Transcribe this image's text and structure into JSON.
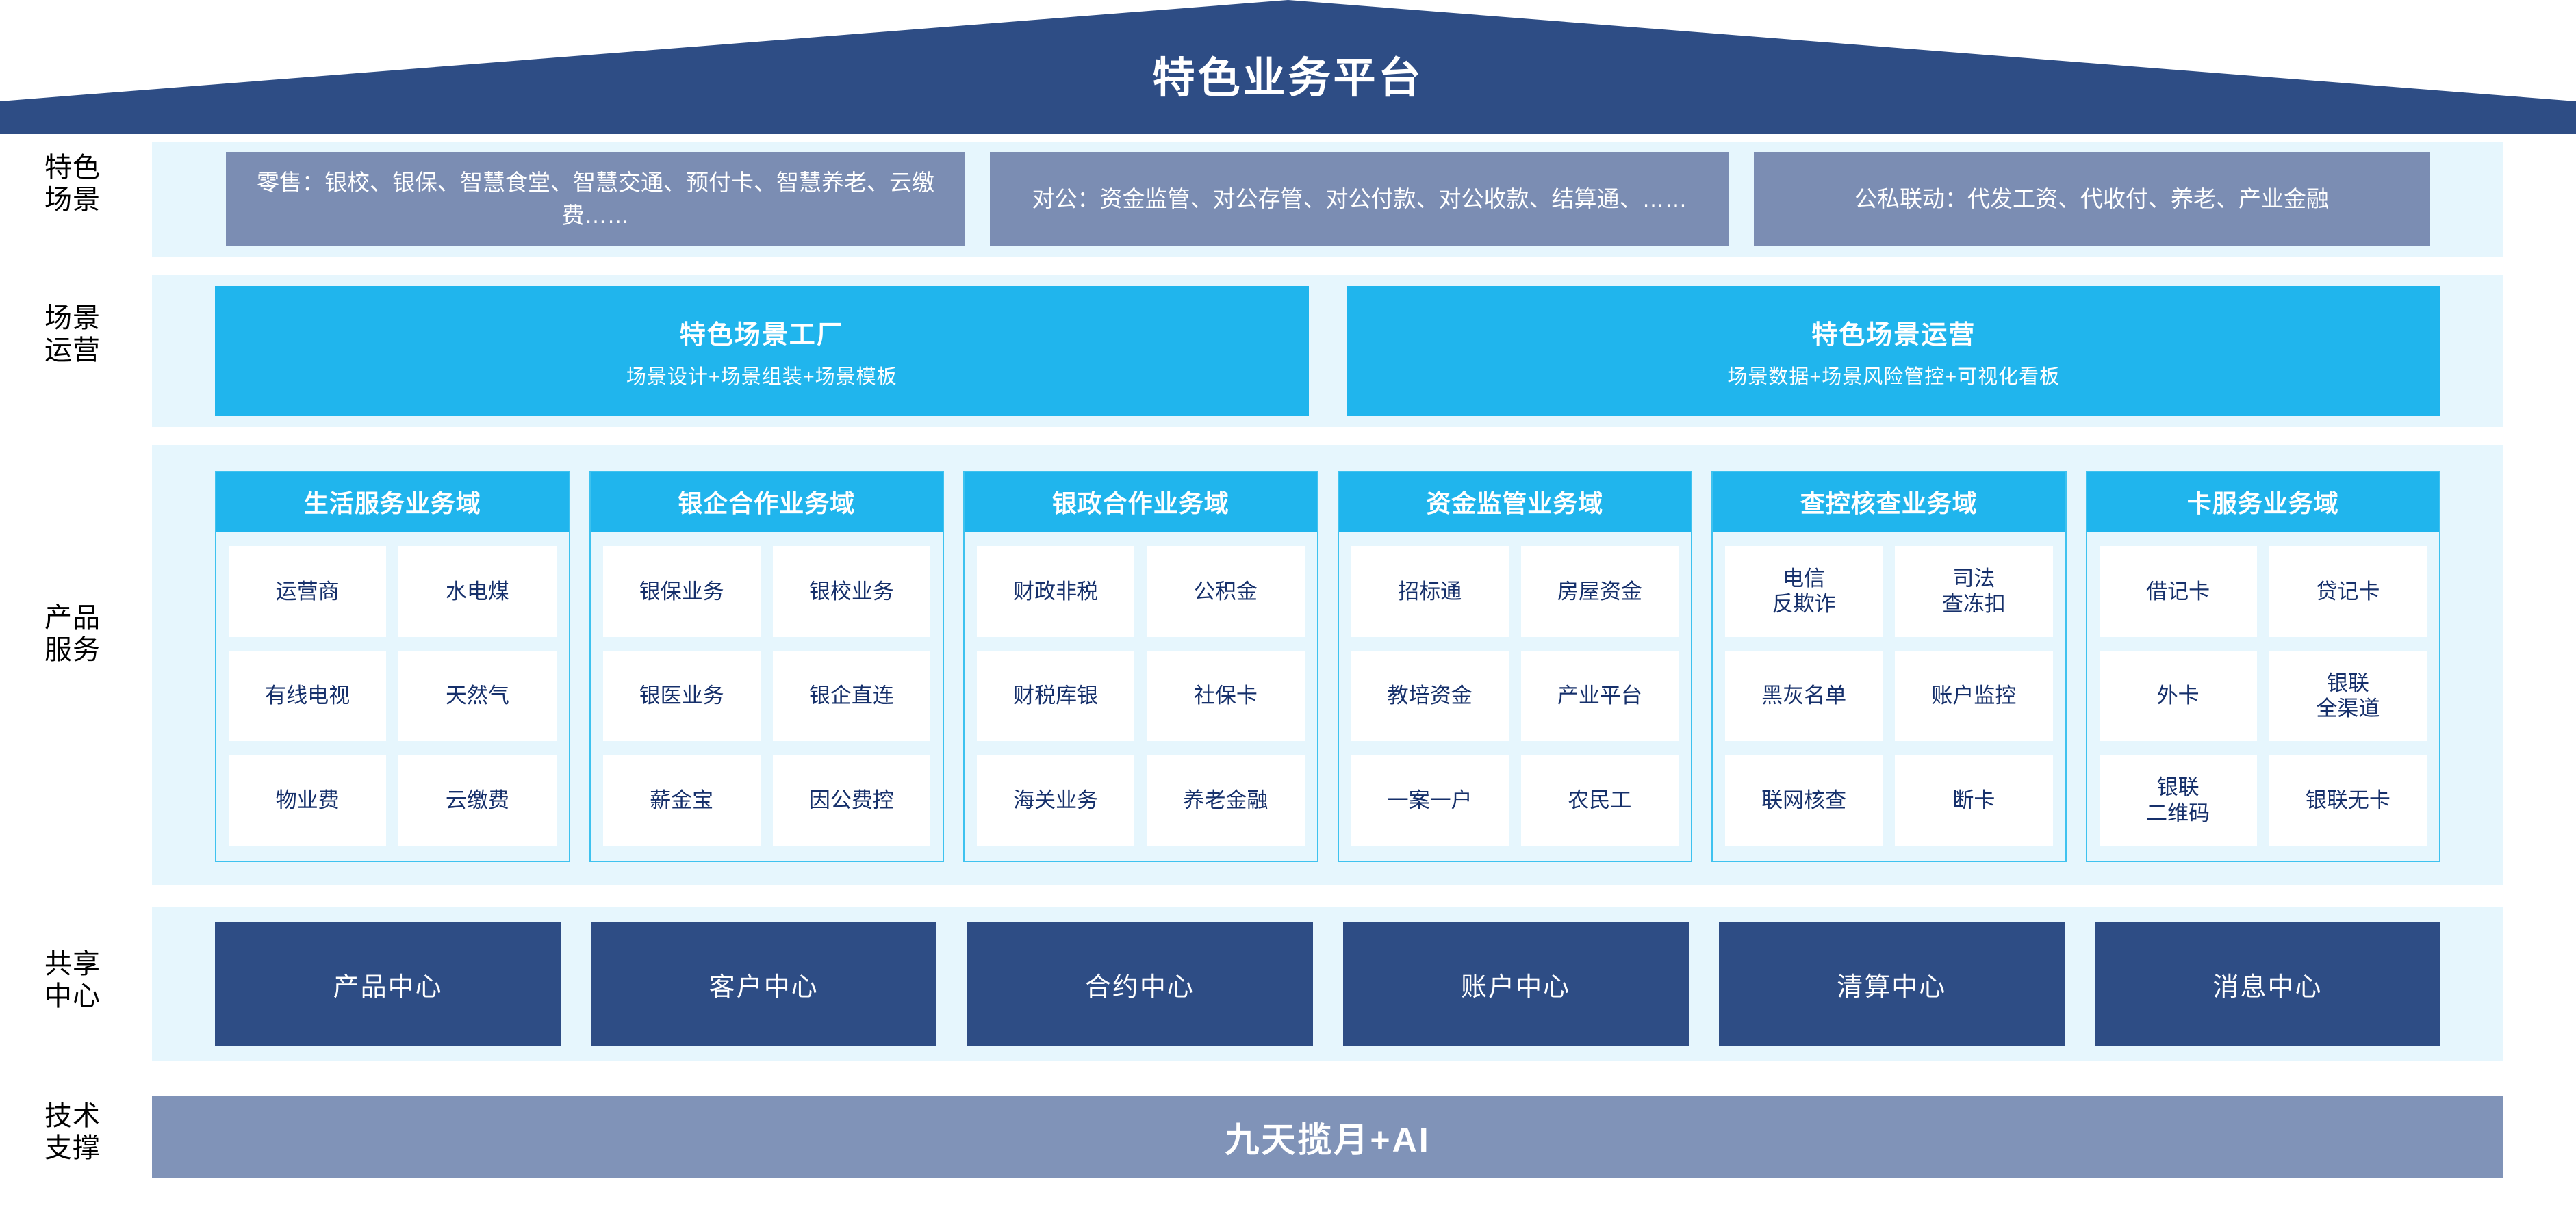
{
  "header": {
    "title": "特色业务平台",
    "roof_color": "#2e4d85"
  },
  "colors": {
    "dark_blue": "#2e4d85",
    "slate_blue": "#7b8db3",
    "cyan": "#20b5ed",
    "pale_blue_panel": "#e6f6fd",
    "tech_bar": "#8093b8",
    "item_text": "#16306b"
  },
  "rows": {
    "scenario": {
      "label": "特色\n场景",
      "boxes": [
        {
          "text": "零售：银校、银保、智慧食堂、智慧交通、预付卡、智慧养老、云缴费……"
        },
        {
          "text": "对公：资金监管、对公存管、对公付款、对公收款、结算通、……"
        },
        {
          "text": "公私联动：代发工资、代收付、养老、产业金融"
        }
      ]
    },
    "operations": {
      "label": "场景\n运营",
      "boxes": [
        {
          "title": "特色场景工厂",
          "subtitle": "场景设计+场景组装+场景模板"
        },
        {
          "title": "特色场景运营",
          "subtitle": "场景数据+场景风险管控+可视化看板"
        }
      ]
    },
    "products": {
      "label": "产品\n服务",
      "domains": [
        {
          "title": "生活服务业务域",
          "items": [
            "运营商",
            "水电煤",
            "有线电视",
            "天然气",
            "物业费",
            "云缴费"
          ]
        },
        {
          "title": "银企合作业务域",
          "items": [
            "银保业务",
            "银校业务",
            "银医业务",
            "银企直连",
            "薪金宝",
            "因公费控"
          ]
        },
        {
          "title": "银政合作业务域",
          "items": [
            "财政非税",
            "公积金",
            "财税库银",
            "社保卡",
            "海关业务",
            "养老金融"
          ]
        },
        {
          "title": "资金监管业务域",
          "items": [
            "招标通",
            "房屋资金",
            "教培资金",
            "产业平台",
            "一案一户",
            "农民工"
          ]
        },
        {
          "title": "查控核查业务域",
          "items": [
            "电信\n反欺诈",
            "司法\n查冻扣",
            "黑灰名单",
            "账户监控",
            "联网核查",
            "断卡"
          ]
        },
        {
          "title": "卡服务业务域",
          "items": [
            "借记卡",
            "贷记卡",
            "外卡",
            "银联\n全渠道",
            "银联\n二维码",
            "银联无卡"
          ]
        }
      ]
    },
    "shared": {
      "label": "共享\n中心",
      "centers": [
        "产品中心",
        "客户中心",
        "合约中心",
        "账户中心",
        "清算中心",
        "消息中心"
      ]
    },
    "tech": {
      "label": "技术\n支撑",
      "bar_text": "九天揽月+AI"
    }
  }
}
